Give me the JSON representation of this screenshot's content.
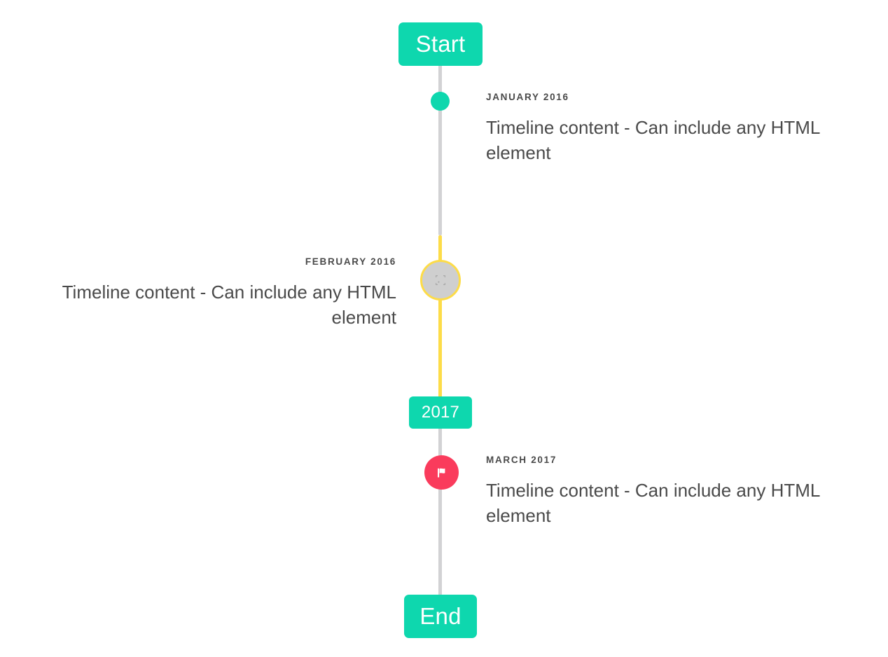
{
  "timeline": {
    "start_label": "Start",
    "end_label": "End",
    "year_divider_label": "2017",
    "colors": {
      "accent_teal": "#0ed7ae",
      "line_grey": "#d2d2d4",
      "line_yellow": "#fddc48",
      "marker_pink": "#fa3b5c",
      "marker_grey": "#cfcfcf",
      "text": "#4a4a4a"
    },
    "events": [
      {
        "date": "JANUARY 2016",
        "text": "Timeline content - Can include any HTML element",
        "side": "right",
        "marker": "dot"
      },
      {
        "date": "FEBRUARY 2016",
        "text": "Timeline content - Can include any HTML element",
        "side": "left",
        "marker": "broken-image"
      },
      {
        "date": "MARCH 2017",
        "text": "Timeline content - Can include any HTML element",
        "side": "right",
        "marker": "flag"
      }
    ]
  }
}
